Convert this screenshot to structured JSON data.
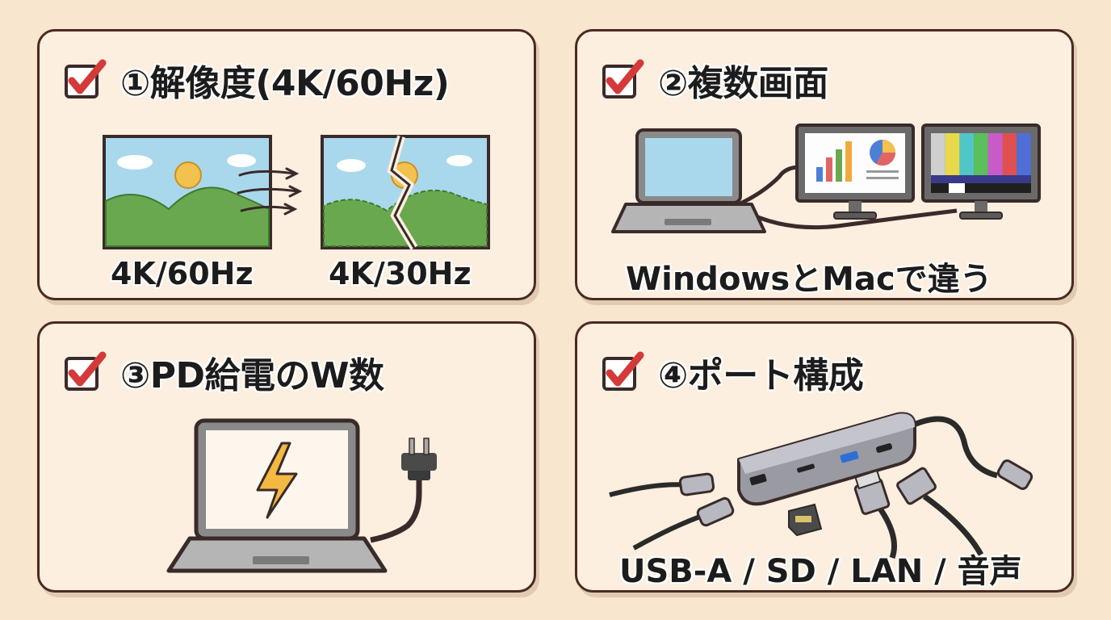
{
  "cards": [
    {
      "title": "①解像度(4K/60Hz)",
      "icon": "checkbox-checked-icon",
      "captions": [
        "4K/60Hz",
        "4K/30Hz"
      ]
    },
    {
      "title": "②複数画面",
      "icon": "checkbox-checked-icon",
      "caption": "WindowsとMacで違う"
    },
    {
      "title": "③PD給電のW数",
      "icon": "checkbox-checked-icon"
    },
    {
      "title": "④ポート構成",
      "icon": "checkbox-checked-icon",
      "caption": "USB-A / SD / LAN / 音声"
    }
  ],
  "colors": {
    "background": "#f8e6cf",
    "card": "#fcefdf",
    "border": "#4a2a22",
    "check": "#d43a3a",
    "sky": "#a9d8ec",
    "hill": "#6aa84f",
    "sun": "#f2c14e",
    "bolt": "#f4b942"
  }
}
